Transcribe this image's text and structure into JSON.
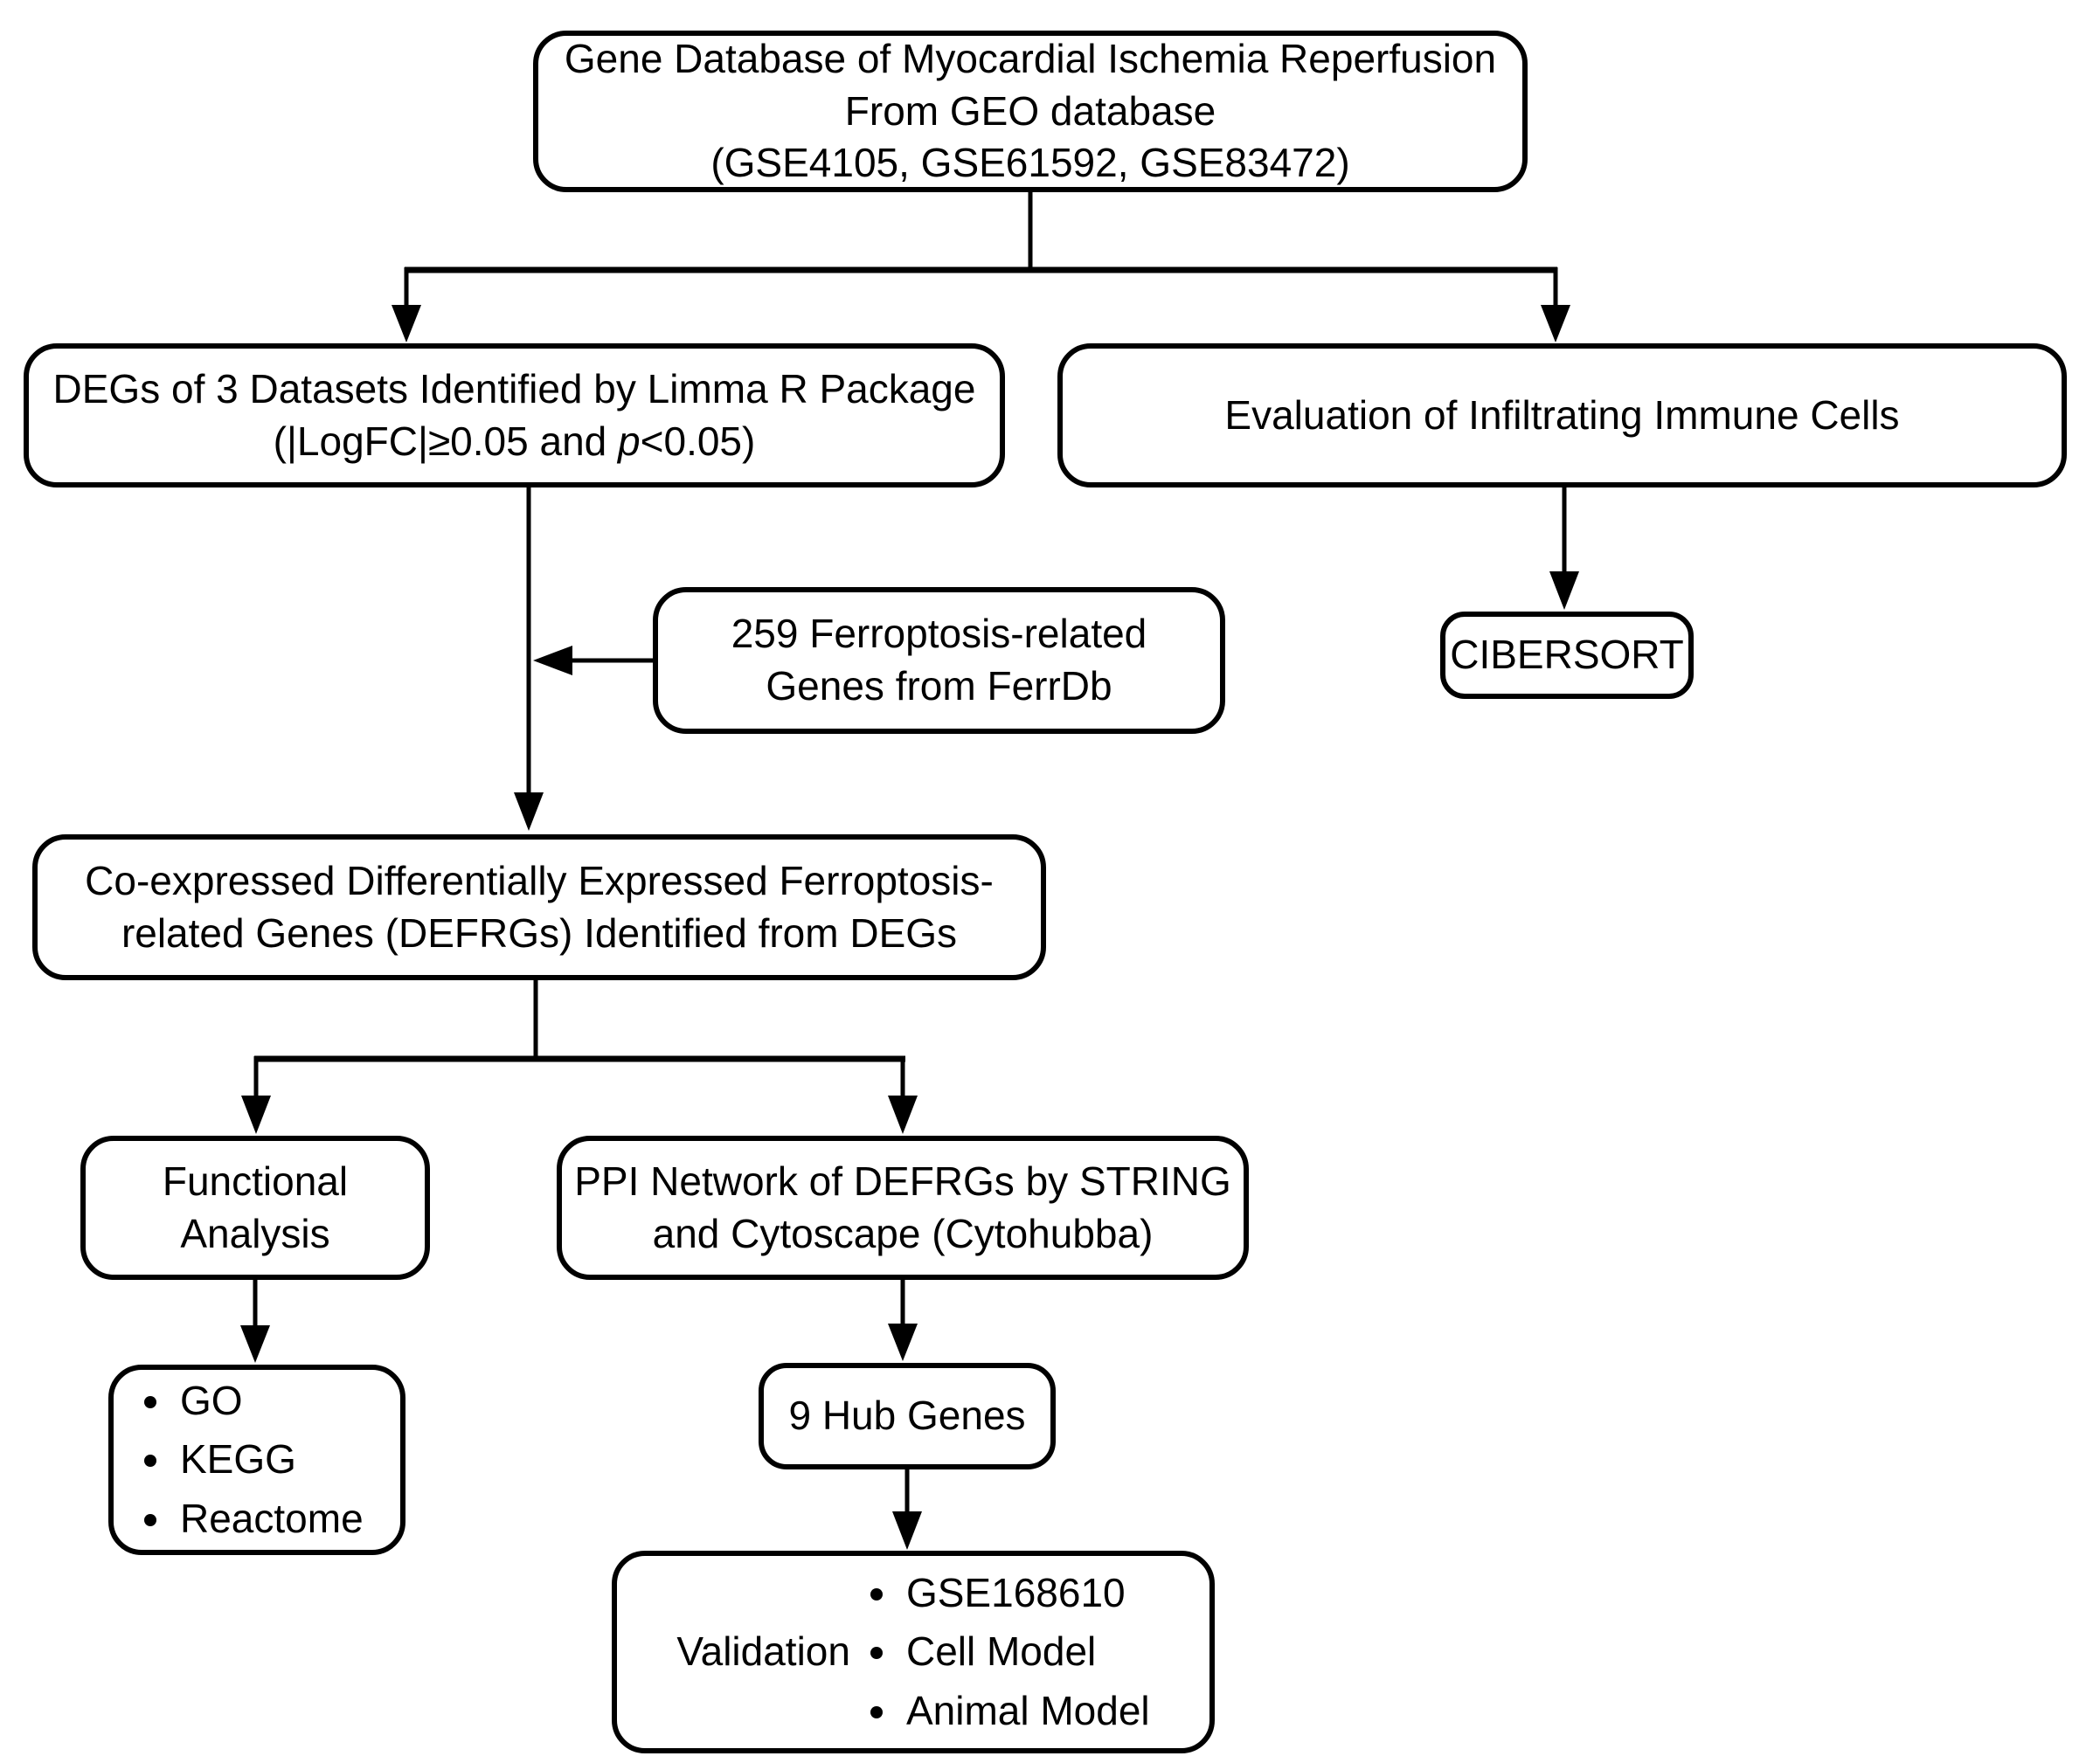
{
  "colors": {
    "line": "#000000",
    "text": "#000000",
    "background": "#ffffff"
  },
  "nodes": {
    "gene_database": {
      "lines": [
        "Gene Database of Myocardial Ischemia Reperfusion",
        "From GEO database",
        "(GSE4105, GSE61592, GSE83472)"
      ]
    },
    "degs": {
      "line1": "DEGs of 3 Datasets Identified by Limma R Package",
      "line2_prefix": "(|LogFC|≥0.05 and ",
      "line2_italic": "p",
      "line2_suffix": "<0.05)"
    },
    "immune_eval": {
      "label": "Evaluation of Infiltrating Immune Cells"
    },
    "ferrdb": {
      "lines": [
        "259 Ferroptosis-related",
        "Genes from FerrDb"
      ]
    },
    "cibersort": {
      "label": "CIBERSORT"
    },
    "defrgs": {
      "lines": [
        "Co-expressed Differentially Expressed Ferroptosis-",
        "related Genes (DEFRGs) Identified from DEGs"
      ]
    },
    "functional_analysis": {
      "lines": [
        "Functional",
        "Analysis"
      ]
    },
    "ppi_network": {
      "lines": [
        "PPI Network of DEFRGs by STRING",
        "and Cytoscape (Cytohubba)"
      ]
    },
    "functional_tools": {
      "items": [
        "GO",
        "KEGG",
        "Reactome"
      ]
    },
    "hub_genes": {
      "label": "9 Hub Genes"
    },
    "validation": {
      "label": "Validation",
      "items": [
        "GSE168610",
        "Cell Model",
        "Animal Model"
      ]
    }
  }
}
